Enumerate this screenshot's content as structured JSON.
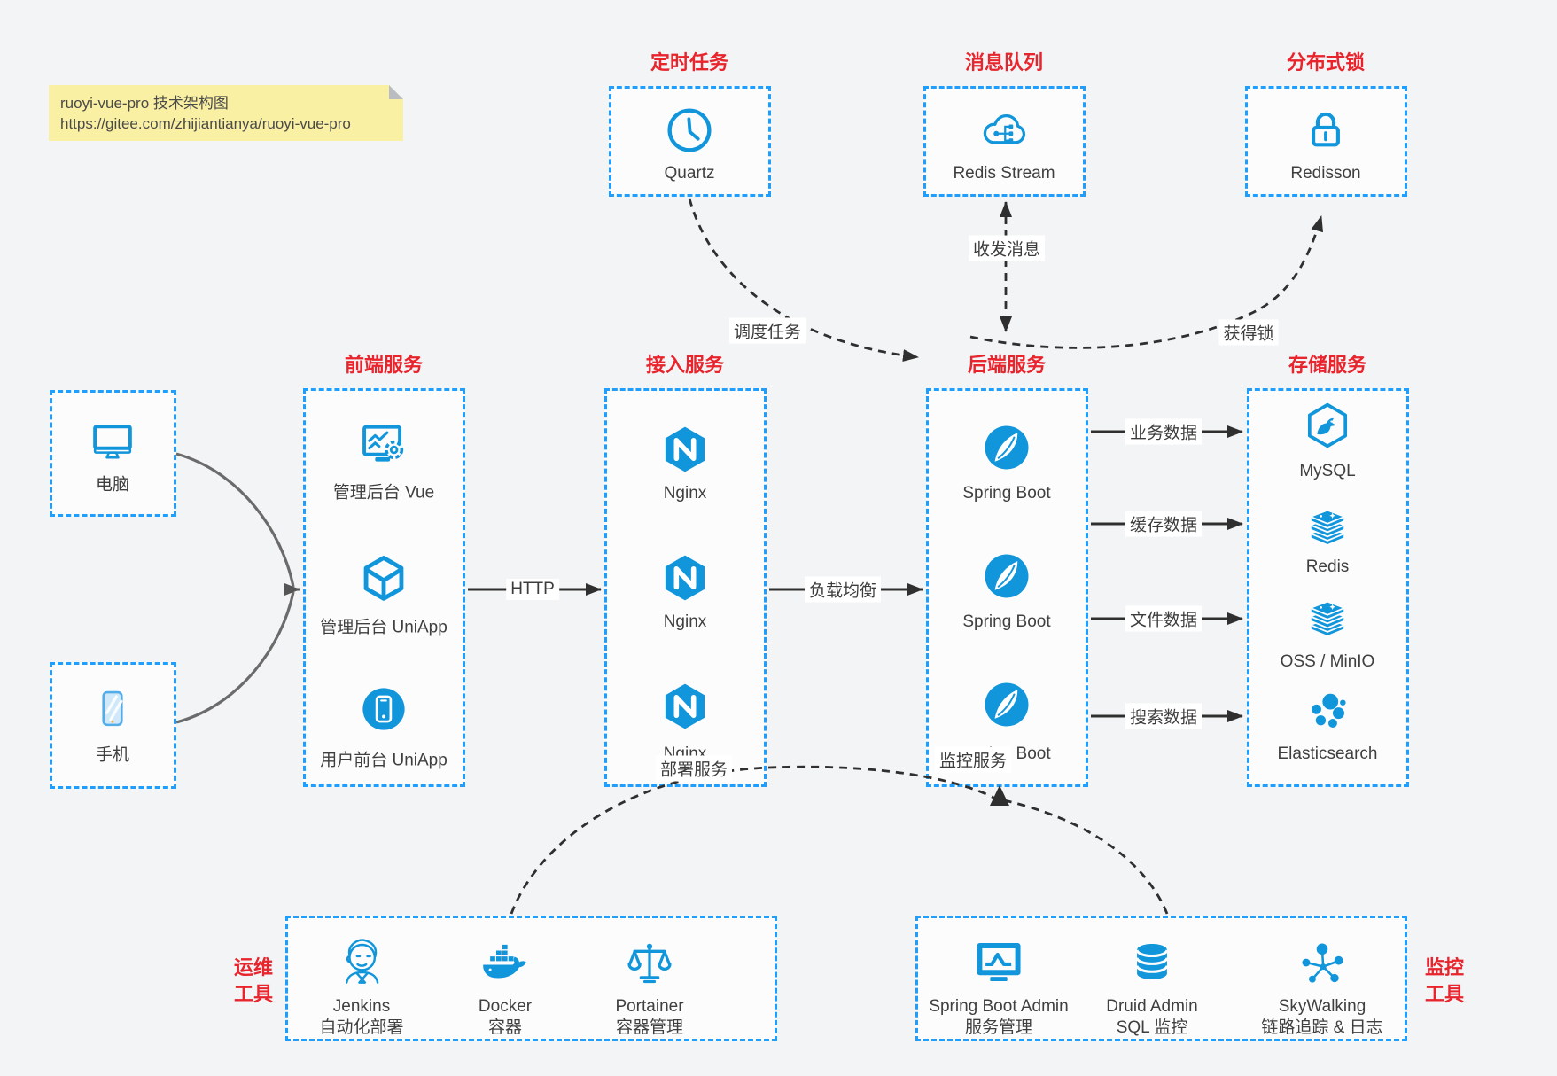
{
  "note": {
    "line1": "ruoyi-vue-pro 技术架构图",
    "line2": "https://gitee.com/zhijiantianya/ruoyi-vue-pro"
  },
  "group_titles": {
    "scheduled_job": "定时任务",
    "message_queue": "消息队列",
    "distributed_lock": "分布式锁",
    "frontend": "前端服务",
    "gateway": "接入服务",
    "backend": "后端服务",
    "storage": "存储服务",
    "ops_line1": "运维",
    "ops_line2": "工具",
    "monitor_line1": "监控",
    "monitor_line2": "工具"
  },
  "nodes": {
    "quartz": "Quartz",
    "redis_stream": "Redis Stream",
    "redisson": "Redisson",
    "pc": "电脑",
    "mobile": "手机",
    "admin_vue": "管理后台 Vue",
    "admin_uniapp": "管理后台 UniApp",
    "user_uniapp": "用户前台 UniApp",
    "nginx": "Nginx",
    "spring_boot": "Spring Boot",
    "mysql": "MySQL",
    "redis": "Redis",
    "oss": "OSS / MinIO",
    "elasticsearch": "Elasticsearch",
    "jenkins_line1": "Jenkins",
    "jenkins_line2": "自动化部署",
    "docker_line1": "Docker",
    "docker_line2": "容器",
    "portainer_line1": "Portainer",
    "portainer_line2": "容器管理",
    "sba_line1": "Spring Boot Admin",
    "sba_line2": "服务管理",
    "druid_line1": "Druid Admin",
    "druid_line2": "SQL 监控",
    "skywalking_line1": "SkyWalking",
    "skywalking_line2": "链路追踪 & 日志"
  },
  "edge_labels": {
    "http": "HTTP",
    "load_balance": "负载均衡",
    "schedule_job": "调度任务",
    "send_receive_msg": "收发消息",
    "acquire_lock": "获得锁",
    "business_data": "业务数据",
    "cache_data": "缓存数据",
    "file_data": "文件数据",
    "search_data": "搜索数据",
    "deploy_service": "部署服务",
    "monitor_service": "监控服务"
  },
  "colors": {
    "icon_blue": "#1296db",
    "border_blue": "#1e9fff",
    "title_red": "#e8242d",
    "note_yellow": "#faf0a4",
    "arrow_dark": "#2f2f2f"
  }
}
